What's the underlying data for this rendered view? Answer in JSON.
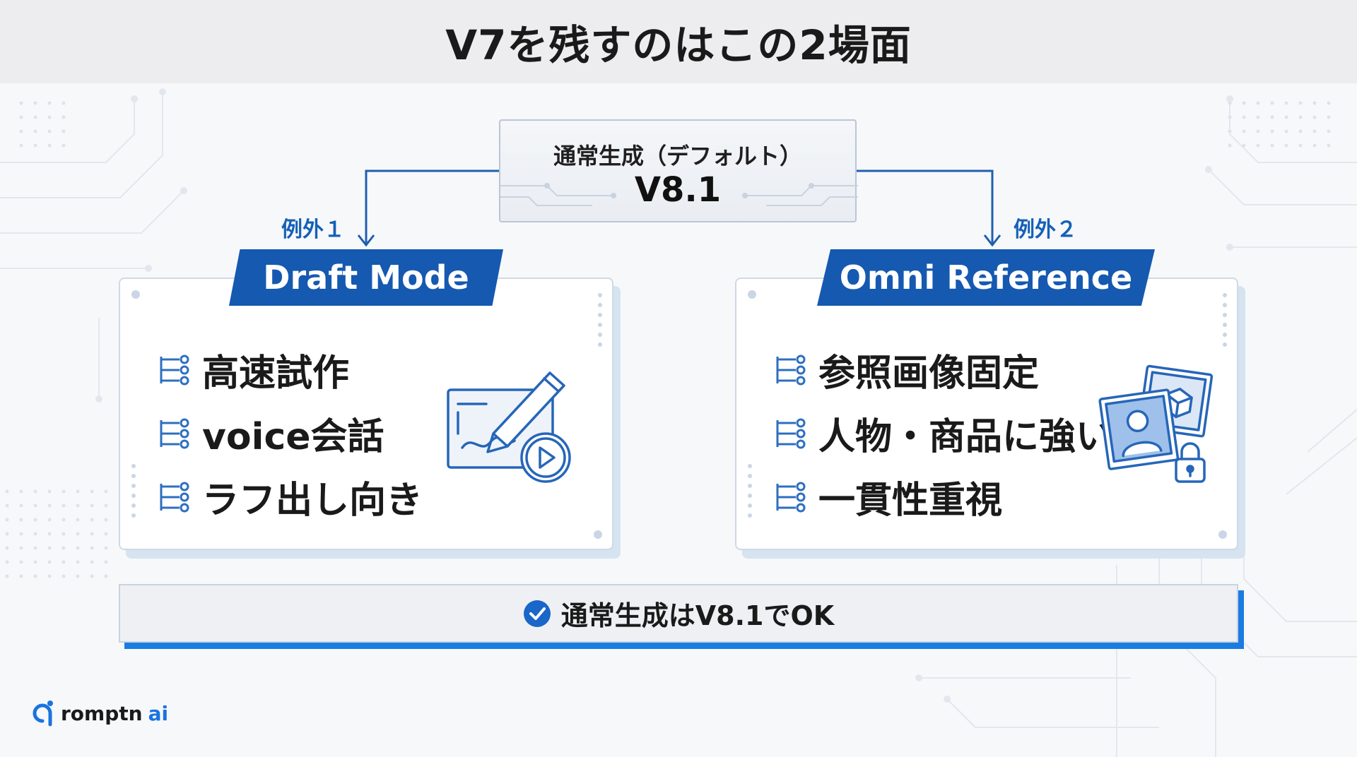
{
  "title": "V7を残すのはこの2場面",
  "default_node": {
    "subtitle": "通常生成（デフォルト）",
    "version": "V8.1"
  },
  "exceptions": [
    {
      "label": "例外１",
      "tab": "Draft Mode",
      "items": [
        "高速試作",
        "voice会話",
        "ラフ出し向き"
      ],
      "icon": "pencil-draw-icon"
    },
    {
      "label": "例外２",
      "tab": "Omni Reference",
      "items": [
        "参照画像固定",
        "人物・商品に強い",
        "一貫性重視"
      ],
      "icon": "photo-reference-icon"
    }
  ],
  "footer": {
    "text": "通常生成はV8.1でOK",
    "icon": "check-circle-icon"
  },
  "logo": {
    "part1": "romptn",
    "part2": "ai"
  },
  "colors": {
    "accent": "#1559b0",
    "bright_blue": "#1a7ce0",
    "line": "#1f5fb0"
  }
}
